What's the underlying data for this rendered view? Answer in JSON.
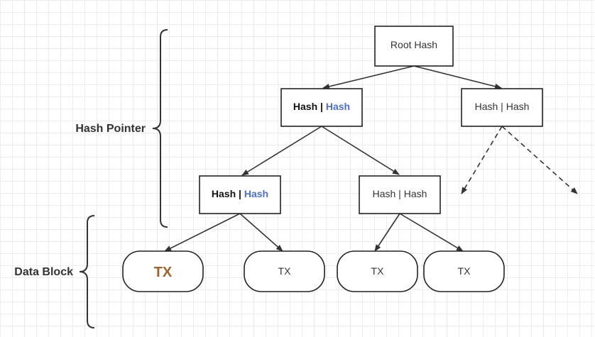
{
  "labels": {
    "hash_pointer": "Hash Pointer",
    "data_block": "Data Block"
  },
  "nodes": {
    "root": {
      "text": "Root Hash"
    },
    "level1_left": {
      "left": "Hash",
      "sep": " | ",
      "right": "Hash"
    },
    "level1_right": {
      "text": "Hash | Hash"
    },
    "level2_left": {
      "left": "Hash",
      "sep": " | ",
      "right": "Hash"
    },
    "level2_right": {
      "text": "Hash | Hash"
    }
  },
  "data_blocks": [
    {
      "text": "TX"
    },
    {
      "text": "TX"
    },
    {
      "text": "TX"
    },
    {
      "text": "TX"
    }
  ],
  "colors": {
    "highlight_hash": "#4a6fd8",
    "highlight_tx": "#a0642a",
    "stroke": "#333333"
  }
}
